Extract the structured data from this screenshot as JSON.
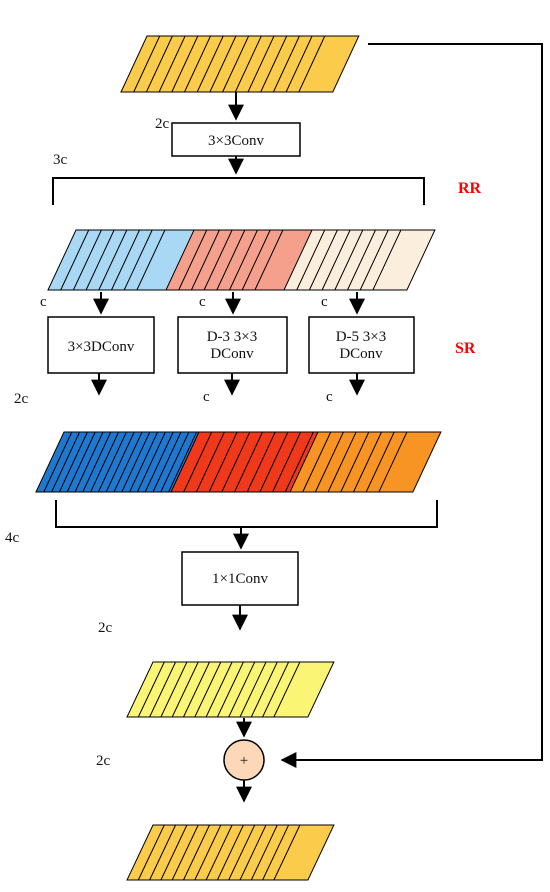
{
  "channel_labels": {
    "top_conv": "2c",
    "rr_bracket": "3c",
    "blue_light": "c",
    "salmon_light": "c",
    "cream_light": "c",
    "blue_dark": "2c",
    "red_dark": "c",
    "orange_dark": "c",
    "concat": "4c",
    "yellow": "2c",
    "add": "2c"
  },
  "boxes": {
    "conv3": "3×3Conv",
    "dconv": "3×3DConv",
    "d3_line1": "D-3 3×3",
    "d3_line2": "DConv",
    "d5_line1": "D-5 3×3",
    "d5_line2": "DConv",
    "conv1": "1×1Conv"
  },
  "tags": {
    "rr": "RR",
    "sr": "SR"
  },
  "add_symbol": "+",
  "colors": {
    "input_output": "#fbcb4c",
    "light_blue": "#a8d8f4",
    "salmon": "#f4a08c",
    "cream": "#fbeedd",
    "dark_blue": "#1f78d0",
    "red": "#f0391b",
    "orange": "#f79424",
    "yellow": "#fbf576",
    "add_circle": "#fcd8b8",
    "tag": "#ff0000"
  }
}
